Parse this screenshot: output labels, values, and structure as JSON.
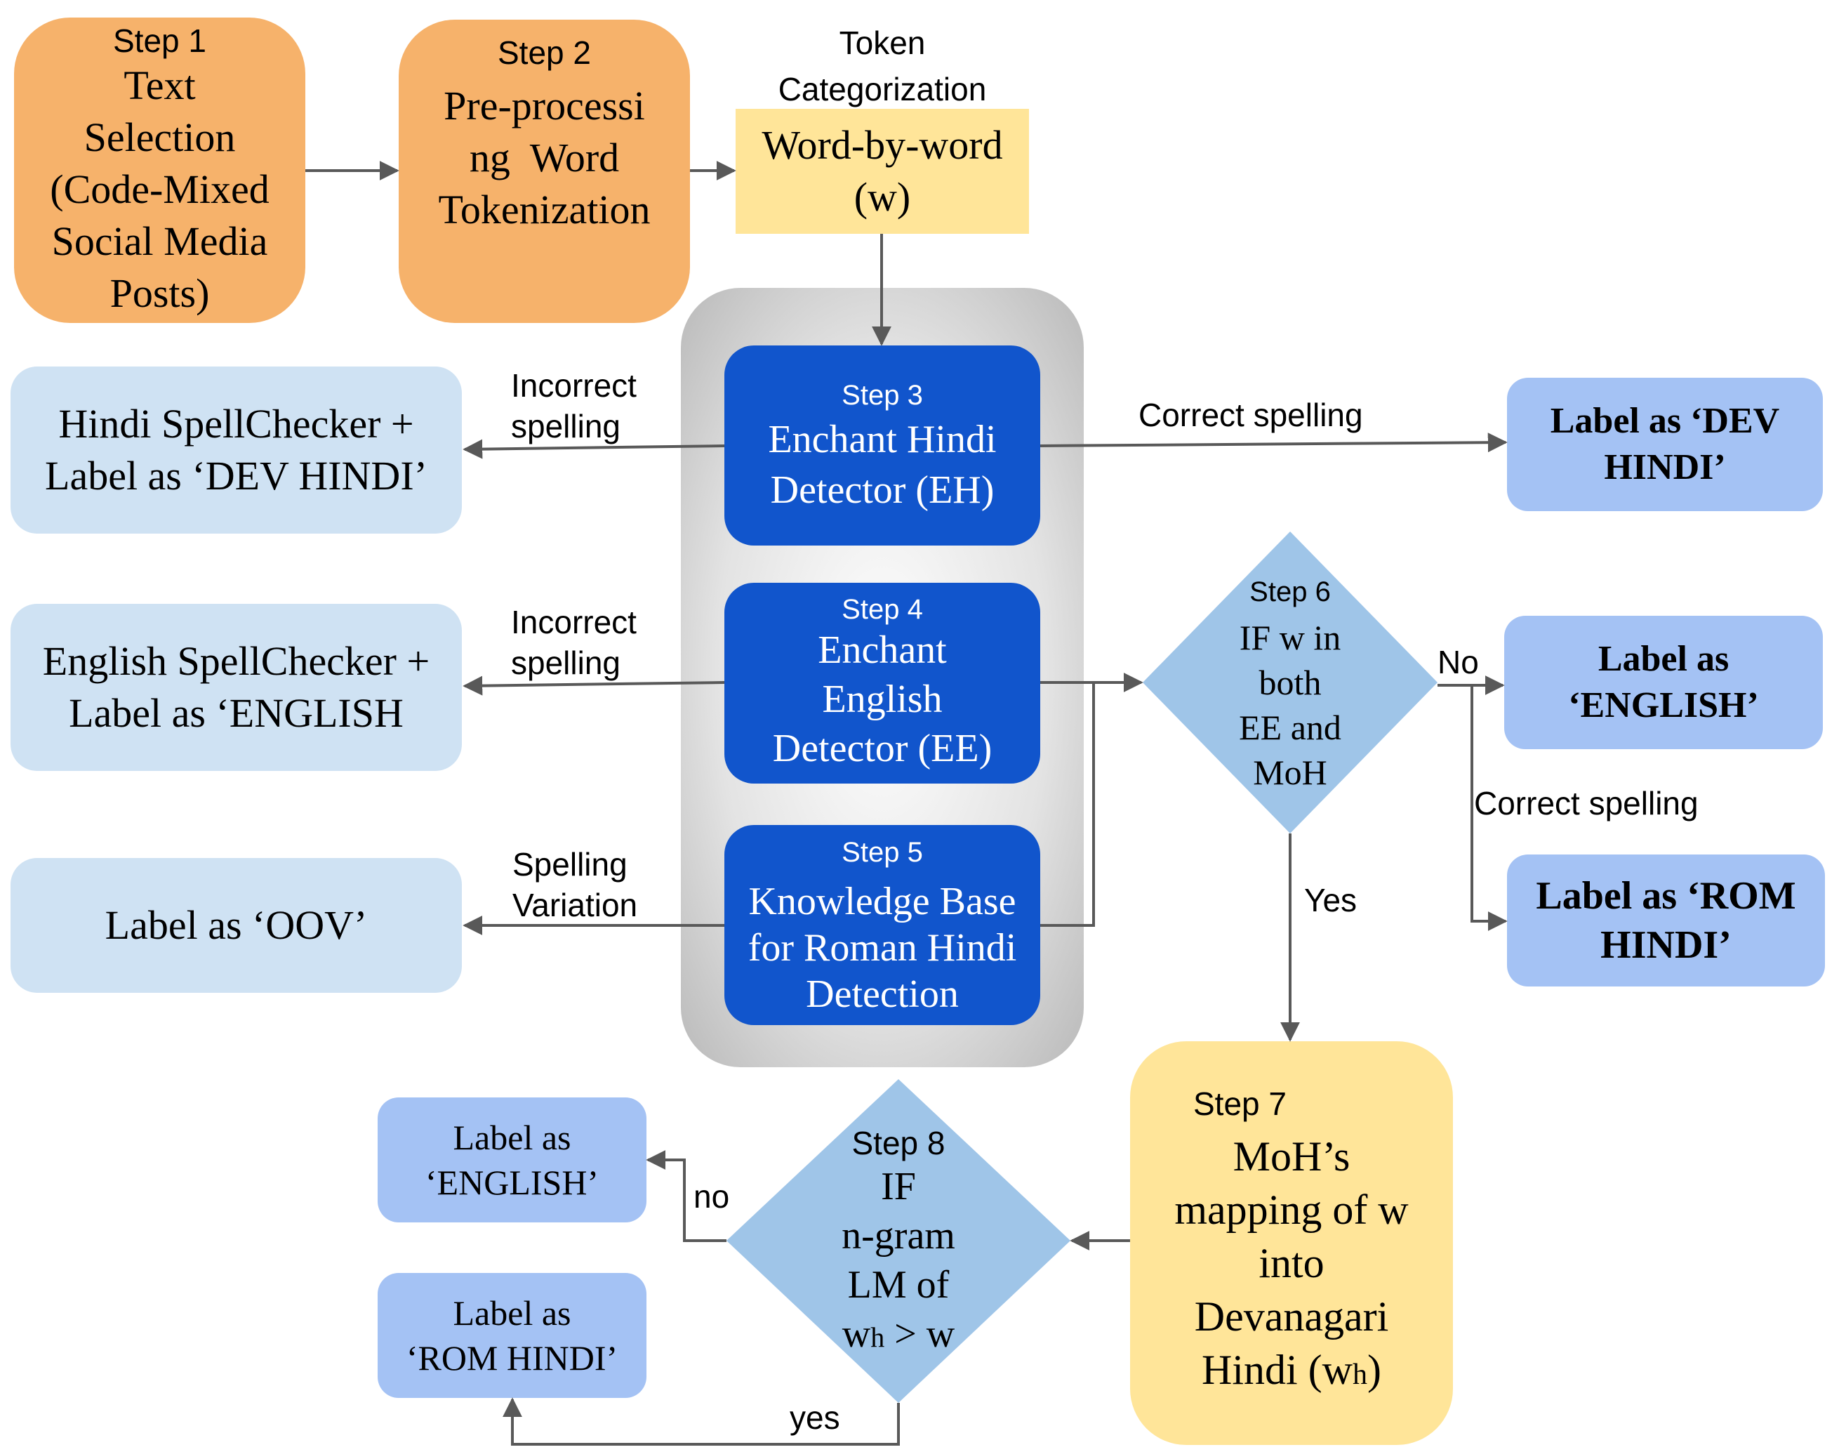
{
  "colors": {
    "orange": "#f6b26b",
    "yellow": "#ffe599",
    "dark_blue": "#1155cc",
    "pale_blue": "#cfe2f3",
    "mid_blue": "#a4c2f4",
    "diamond": "#9fc5e8",
    "arrow": "#595959"
  },
  "step1": {
    "tag": "Step 1",
    "text": [
      "Text",
      "Selection",
      "(Code-Mixed",
      "Social Media",
      "Posts)"
    ]
  },
  "step2": {
    "tag": "Step 2",
    "text": [
      "Pre-processi",
      "ng  Word",
      "Tokenization"
    ]
  },
  "token": {
    "caption": [
      "Token",
      "Categorization"
    ],
    "text": [
      "Word-by-word",
      "(w)"
    ]
  },
  "step3": {
    "tag": "Step 3",
    "text": [
      "Enchant Hindi",
      "Detector (EH)"
    ]
  },
  "step4": {
    "tag": "Step 4",
    "text": [
      "Enchant",
      "English",
      "Detector (EE)"
    ]
  },
  "step5": {
    "tag": "Step 5",
    "text": [
      "Knowledge Base",
      "for Roman Hindi",
      "Detection"
    ]
  },
  "step6": {
    "tag": "Step 6",
    "text": [
      "IF w in",
      "both",
      "EE and",
      "MoH"
    ]
  },
  "step7": {
    "tag": "Step 7",
    "text": [
      "MoH’s",
      "mapping of w",
      "into",
      "Devanagari"
    ],
    "last_prefix": "Hindi (w",
    "last_sub": "h",
    "last_suffix": ")"
  },
  "step8": {
    "tag": "Step 8",
    "text": [
      "IF",
      "n-gram",
      "LM of"
    ],
    "last_prefix": "w",
    "last_sub": "h",
    "last_suffix": " > w"
  },
  "hindi_spell": [
    "Hindi SpellChecker +",
    "Label as ‘DEV HINDI’"
  ],
  "english_spell": [
    "English SpellChecker +",
    "Label as ‘ENGLISH"
  ],
  "oov": "Label as ‘OOV’",
  "dev_hindi": [
    "Label as ‘DEV",
    "HINDI’"
  ],
  "label_english": [
    "Label as",
    "‘ENGLISH’"
  ],
  "rom_hindi": [
    "Label as ‘ROM",
    "HINDI’"
  ],
  "bottom_english": [
    "Label as",
    "‘ENGLISH’"
  ],
  "bottom_rom": [
    "Label as",
    "‘ROM HINDI’"
  ],
  "edges": {
    "incorrect_1": [
      "Incorrect",
      "spelling"
    ],
    "incorrect_2": [
      "Incorrect",
      "spelling"
    ],
    "spelling_variation": [
      "Spelling",
      "Variation"
    ],
    "correct_1": "Correct spelling",
    "correct_2": "Correct spelling",
    "no_upper": "No",
    "yes_upper": "Yes",
    "no_lower": "no",
    "yes_lower": "yes"
  }
}
